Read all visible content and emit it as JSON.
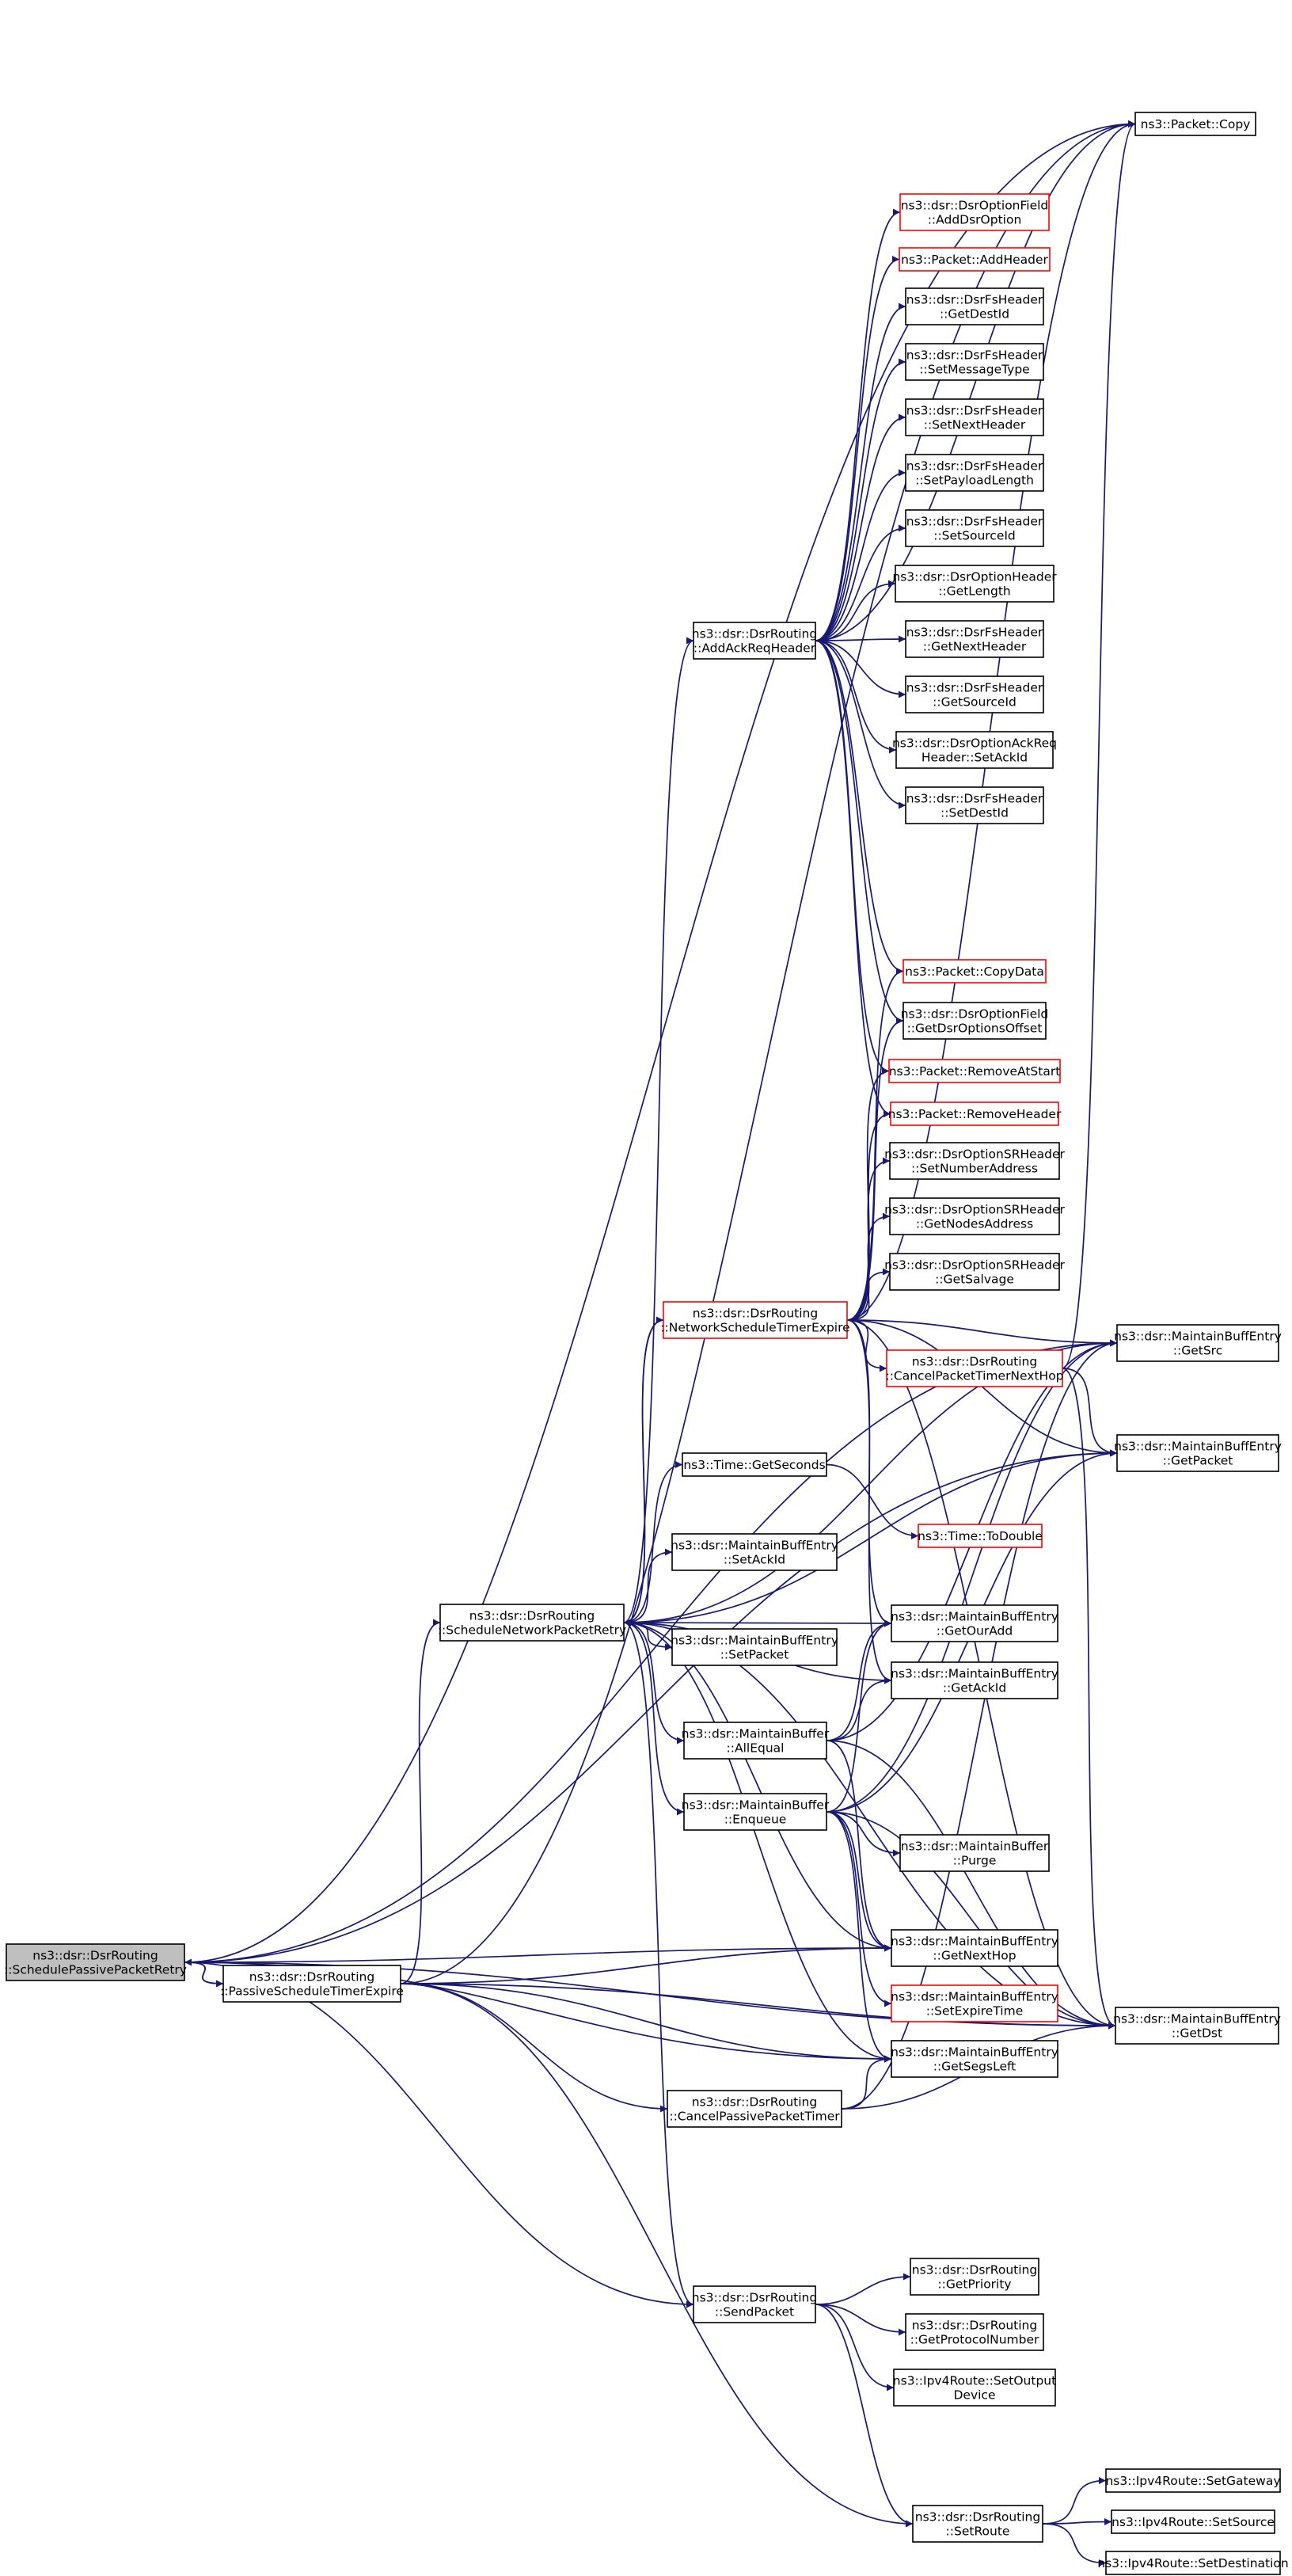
{
  "title": "ns3::dsr::DsrRouting::SchedulePassivePacketRetry call graph",
  "colors": {
    "edge": "#191970",
    "normal_border": "#000000",
    "truncated_border": "#ff0000",
    "focus_fill": "#bfbfbf"
  },
  "nodes": [
    {
      "id": "SchedulePassivePacketRetry",
      "lines": [
        "ns3::dsr::DsrRouting",
        "::SchedulePassivePacketRetry"
      ],
      "focus": true
    },
    {
      "id": "PassiveScheduleTimerExpire",
      "lines": [
        "ns3::dsr::DsrRouting",
        "::PassiveScheduleTimerExpire"
      ]
    },
    {
      "id": "ScheduleNetworkPacketRetry",
      "lines": [
        "ns3::dsr::DsrRouting",
        "::ScheduleNetworkPacketRetry"
      ]
    },
    {
      "id": "AddAckReqHeader",
      "lines": [
        "ns3::dsr::DsrRouting",
        "::AddAckReqHeader"
      ]
    },
    {
      "id": "NetworkScheduleTimerExpire",
      "lines": [
        "ns3::dsr::DsrRouting",
        "::NetworkScheduleTimerExpire"
      ],
      "truncated": true
    },
    {
      "id": "CancelPassivePacketTimer",
      "lines": [
        "ns3::dsr::DsrRouting",
        "::CancelPassivePacketTimer"
      ]
    },
    {
      "id": "SendPacket",
      "lines": [
        "ns3::dsr::DsrRouting",
        "::SendPacket"
      ]
    },
    {
      "id": "SetRoute",
      "lines": [
        "ns3::dsr::DsrRouting",
        "::SetRoute"
      ]
    },
    {
      "id": "PacketCopy",
      "lines": [
        "ns3::Packet::Copy"
      ]
    },
    {
      "id": "AddDsrOption",
      "lines": [
        "ns3::dsr::DsrOptionField",
        "::AddDsrOption"
      ],
      "truncated": true
    },
    {
      "id": "AddHeader",
      "lines": [
        "ns3::Packet::AddHeader"
      ],
      "truncated": true
    },
    {
      "id": "FsGetDestId",
      "lines": [
        "ns3::dsr::DsrFsHeader",
        "::GetDestId"
      ]
    },
    {
      "id": "FsSetMessageType",
      "lines": [
        "ns3::dsr::DsrFsHeader",
        "::SetMessageType"
      ]
    },
    {
      "id": "FsSetNextHeader",
      "lines": [
        "ns3::dsr::DsrFsHeader",
        "::SetNextHeader"
      ]
    },
    {
      "id": "FsSetPayloadLength",
      "lines": [
        "ns3::dsr::DsrFsHeader",
        "::SetPayloadLength"
      ]
    },
    {
      "id": "FsSetSourceId",
      "lines": [
        "ns3::dsr::DsrFsHeader",
        "::SetSourceId"
      ]
    },
    {
      "id": "OptGetLength",
      "lines": [
        "ns3::dsr::DsrOptionHeader",
        "::GetLength"
      ]
    },
    {
      "id": "FsGetNextHeader",
      "lines": [
        "ns3::dsr::DsrFsHeader",
        "::GetNextHeader"
      ]
    },
    {
      "id": "FsGetSourceId",
      "lines": [
        "ns3::dsr::DsrFsHeader",
        "::GetSourceId"
      ]
    },
    {
      "id": "AckReqSetAckId",
      "lines": [
        "ns3::dsr::DsrOptionAckReq",
        "Header::SetAckId"
      ]
    },
    {
      "id": "FsSetDestId",
      "lines": [
        "ns3::dsr::DsrFsHeader",
        "::SetDestId"
      ]
    },
    {
      "id": "CopyData",
      "lines": [
        "ns3::Packet::CopyData"
      ],
      "truncated": true
    },
    {
      "id": "GetDsrOptionsOffset",
      "lines": [
        "ns3::dsr::DsrOptionField",
        "::GetDsrOptionsOffset"
      ]
    },
    {
      "id": "RemoveAtStart",
      "lines": [
        "ns3::Packet::RemoveAtStart"
      ],
      "truncated": true
    },
    {
      "id": "RemoveHeader",
      "lines": [
        "ns3::Packet::RemoveHeader"
      ],
      "truncated": true
    },
    {
      "id": "SRSetNumberAddress",
      "lines": [
        "ns3::dsr::DsrOptionSRHeader",
        "::SetNumberAddress"
      ]
    },
    {
      "id": "SRGetNodesAddress",
      "lines": [
        "ns3::dsr::DsrOptionSRHeader",
        "::GetNodesAddress"
      ]
    },
    {
      "id": "SRGetSalvage",
      "lines": [
        "ns3::dsr::DsrOptionSRHeader",
        "::GetSalvage"
      ]
    },
    {
      "id": "CancelPacketTimerNextHop",
      "lines": [
        "ns3::dsr::DsrRouting",
        "::CancelPacketTimerNextHop"
      ],
      "truncated": true
    },
    {
      "id": "MBEGetSrc",
      "lines": [
        "ns3::dsr::MaintainBuffEntry",
        "::GetSrc"
      ]
    },
    {
      "id": "MBEGetPacket",
      "lines": [
        "ns3::dsr::MaintainBuffEntry",
        "::GetPacket"
      ]
    },
    {
      "id": "TimeGetSeconds",
      "lines": [
        "ns3::Time::GetSeconds"
      ]
    },
    {
      "id": "TimeToDouble",
      "lines": [
        "ns3::Time::ToDouble"
      ],
      "truncated": true
    },
    {
      "id": "MBESetAckId",
      "lines": [
        "ns3::dsr::MaintainBuffEntry",
        "::SetAckId"
      ]
    },
    {
      "id": "MBEGetOurAdd",
      "lines": [
        "ns3::dsr::MaintainBuffEntry",
        "::GetOurAdd"
      ]
    },
    {
      "id": "MBESetPacket",
      "lines": [
        "ns3::dsr::MaintainBuffEntry",
        "::SetPacket"
      ]
    },
    {
      "id": "MBEGetAckId",
      "lines": [
        "ns3::dsr::MaintainBuffEntry",
        "::GetAckId"
      ]
    },
    {
      "id": "MBAllEqual",
      "lines": [
        "ns3::dsr::MaintainBuffer",
        "::AllEqual"
      ]
    },
    {
      "id": "MBEnqueue",
      "lines": [
        "ns3::dsr::MaintainBuffer",
        "::Enqueue"
      ]
    },
    {
      "id": "MBPurge",
      "lines": [
        "ns3::dsr::MaintainBuffer",
        "::Purge"
      ]
    },
    {
      "id": "MBEGetNextHop",
      "lines": [
        "ns3::dsr::MaintainBuffEntry",
        "::GetNextHop"
      ]
    },
    {
      "id": "MBESetExpireTime",
      "lines": [
        "ns3::dsr::MaintainBuffEntry",
        "::SetExpireTime"
      ],
      "truncated": true
    },
    {
      "id": "MBEGetDst",
      "lines": [
        "ns3::dsr::MaintainBuffEntry",
        "::GetDst"
      ]
    },
    {
      "id": "MBEGetSegsLeft",
      "lines": [
        "ns3::dsr::MaintainBuffEntry",
        "::GetSegsLeft"
      ]
    },
    {
      "id": "GetPriority",
      "lines": [
        "ns3::dsr::DsrRouting",
        "::GetPriority"
      ]
    },
    {
      "id": "GetProtocolNumber",
      "lines": [
        "ns3::dsr::DsrRouting",
        "::GetProtocolNumber"
      ]
    },
    {
      "id": "SetOutputDevice",
      "lines": [
        "ns3::Ipv4Route::SetOutput",
        "Device"
      ]
    },
    {
      "id": "SetGateway",
      "lines": [
        "ns3::Ipv4Route::SetGateway"
      ]
    },
    {
      "id": "SetSource",
      "lines": [
        "ns3::Ipv4Route::SetSource"
      ]
    },
    {
      "id": "SetDestination",
      "lines": [
        "ns3::Ipv4Route::SetDestination"
      ]
    }
  ],
  "edges": [
    [
      "SchedulePassivePacketRetry",
      "PacketCopy"
    ],
    [
      "SchedulePassivePacketRetry",
      "PassiveScheduleTimerExpire"
    ],
    [
      "SchedulePassivePacketRetry",
      "MBEGetNextHop"
    ],
    [
      "SchedulePassivePacketRetry",
      "MBEGetSegsLeft"
    ],
    [
      "SchedulePassivePacketRetry",
      "MBEGetPacket"
    ],
    [
      "SchedulePassivePacketRetry",
      "MBEGetSrc"
    ],
    [
      "SchedulePassivePacketRetry",
      "MBEGetDst"
    ],
    [
      "SchedulePassivePacketRetry",
      "SendPacket"
    ],
    [
      "PassiveScheduleTimerExpire",
      "SchedulePassivePacketRetry"
    ],
    [
      "PassiveScheduleTimerExpire",
      "PacketCopy"
    ],
    [
      "PassiveScheduleTimerExpire",
      "ScheduleNetworkPacketRetry"
    ],
    [
      "PassiveScheduleTimerExpire",
      "MBEGetNextHop"
    ],
    [
      "PassiveScheduleTimerExpire",
      "MBEGetSegsLeft"
    ],
    [
      "PassiveScheduleTimerExpire",
      "CancelPassivePacketTimer"
    ],
    [
      "PassiveScheduleTimerExpire",
      "MBEGetDst"
    ],
    [
      "PassiveScheduleTimerExpire",
      "SetRoute"
    ],
    [
      "ScheduleNetworkPacketRetry",
      "AddAckReqHeader"
    ],
    [
      "ScheduleNetworkPacketRetry",
      "NetworkScheduleTimerExpire"
    ],
    [
      "ScheduleNetworkPacketRetry",
      "TimeGetSeconds"
    ],
    [
      "ScheduleNetworkPacketRetry",
      "MBESetAckId"
    ],
    [
      "ScheduleNetworkPacketRetry",
      "MBEGetOurAdd"
    ],
    [
      "ScheduleNetworkPacketRetry",
      "MBESetPacket"
    ],
    [
      "ScheduleNetworkPacketRetry",
      "MBEGetAckId"
    ],
    [
      "ScheduleNetworkPacketRetry",
      "MBAllEqual"
    ],
    [
      "ScheduleNetworkPacketRetry",
      "MBEnqueue"
    ],
    [
      "ScheduleNetworkPacketRetry",
      "MBEGetPacket"
    ],
    [
      "ScheduleNetworkPacketRetry",
      "MBEGetSrc"
    ],
    [
      "ScheduleNetworkPacketRetry",
      "MBEGetNextHop"
    ],
    [
      "ScheduleNetworkPacketRetry",
      "MBEGetSegsLeft"
    ],
    [
      "ScheduleNetworkPacketRetry",
      "SendPacket"
    ],
    [
      "ScheduleNetworkPacketRetry",
      "MBEGetDst"
    ],
    [
      "AddAckReqHeader",
      "AddDsrOption"
    ],
    [
      "AddAckReqHeader",
      "AddHeader"
    ],
    [
      "AddAckReqHeader",
      "FsGetDestId"
    ],
    [
      "AddAckReqHeader",
      "FsSetMessageType"
    ],
    [
      "AddAckReqHeader",
      "FsSetNextHeader"
    ],
    [
      "AddAckReqHeader",
      "FsSetPayloadLength"
    ],
    [
      "AddAckReqHeader",
      "FsSetSourceId"
    ],
    [
      "AddAckReqHeader",
      "OptGetLength"
    ],
    [
      "AddAckReqHeader",
      "FsGetNextHeader"
    ],
    [
      "AddAckReqHeader",
      "FsGetSourceId"
    ],
    [
      "AddAckReqHeader",
      "AckReqSetAckId"
    ],
    [
      "AddAckReqHeader",
      "FsSetDestId"
    ],
    [
      "AddAckReqHeader",
      "CopyData"
    ],
    [
      "AddAckReqHeader",
      "GetDsrOptionsOffset"
    ],
    [
      "AddAckReqHeader",
      "RemoveAtStart"
    ],
    [
      "AddAckReqHeader",
      "RemoveHeader"
    ],
    [
      "AddAckReqHeader",
      "PacketCopy"
    ],
    [
      "NetworkScheduleTimerExpire",
      "PacketCopy"
    ],
    [
      "NetworkScheduleTimerExpire",
      "CopyData"
    ],
    [
      "NetworkScheduleTimerExpire",
      "GetDsrOptionsOffset"
    ],
    [
      "NetworkScheduleTimerExpire",
      "RemoveAtStart"
    ],
    [
      "NetworkScheduleTimerExpire",
      "RemoveHeader"
    ],
    [
      "NetworkScheduleTimerExpire",
      "SRSetNumberAddress"
    ],
    [
      "NetworkScheduleTimerExpire",
      "SRGetNodesAddress"
    ],
    [
      "NetworkScheduleTimerExpire",
      "SRGetSalvage"
    ],
    [
      "NetworkScheduleTimerExpire",
      "CancelPacketTimerNextHop"
    ],
    [
      "NetworkScheduleTimerExpire",
      "MBEGetSrc"
    ],
    [
      "NetworkScheduleTimerExpire",
      "MBEGetPacket"
    ],
    [
      "NetworkScheduleTimerExpire",
      "ScheduleNetworkPacketRetry"
    ],
    [
      "NetworkScheduleTimerExpire",
      "MBEGetOurAdd"
    ],
    [
      "NetworkScheduleTimerExpire",
      "MBEGetAckId"
    ],
    [
      "NetworkScheduleTimerExpire",
      "MBEGetDst"
    ],
    [
      "CancelPacketTimerNextHop",
      "PacketCopy"
    ],
    [
      "CancelPacketTimerNextHop",
      "MBEGetPacket"
    ],
    [
      "CancelPacketTimerNextHop",
      "MBEGetDst"
    ],
    [
      "TimeGetSeconds",
      "TimeToDouble"
    ],
    [
      "MBAllEqual",
      "MBEGetOurAdd"
    ],
    [
      "MBAllEqual",
      "MBEGetAckId"
    ],
    [
      "MBAllEqual",
      "MBEGetSrc"
    ],
    [
      "MBAllEqual",
      "MBEGetNextHop"
    ],
    [
      "MBAllEqual",
      "MBEGetDst"
    ],
    [
      "MBEnqueue",
      "MBPurge"
    ],
    [
      "MBEnqueue",
      "MBEGetOurAdd"
    ],
    [
      "MBEnqueue",
      "MBEGetSrc"
    ],
    [
      "MBEnqueue",
      "MBEGetNextHop"
    ],
    [
      "MBEnqueue",
      "MBESetExpireTime"
    ],
    [
      "MBEnqueue",
      "MBEGetSegsLeft"
    ],
    [
      "MBEnqueue",
      "MBEGetPacket"
    ],
    [
      "MBEnqueue",
      "MBEGetDst"
    ],
    [
      "CancelPassivePacketTimer",
      "MBEGetSegsLeft"
    ],
    [
      "CancelPassivePacketTimer",
      "MBEGetDst"
    ],
    [
      "CancelPassivePacketTimer",
      "MBEGetSrc"
    ],
    [
      "SendPacket",
      "GetPriority"
    ],
    [
      "SendPacket",
      "GetProtocolNumber"
    ],
    [
      "SendPacket",
      "SetOutputDevice"
    ],
    [
      "SendPacket",
      "SetRoute"
    ],
    [
      "SetRoute",
      "SetGateway"
    ],
    [
      "SetRoute",
      "SetSource"
    ],
    [
      "SetRoute",
      "SetDestination"
    ]
  ]
}
